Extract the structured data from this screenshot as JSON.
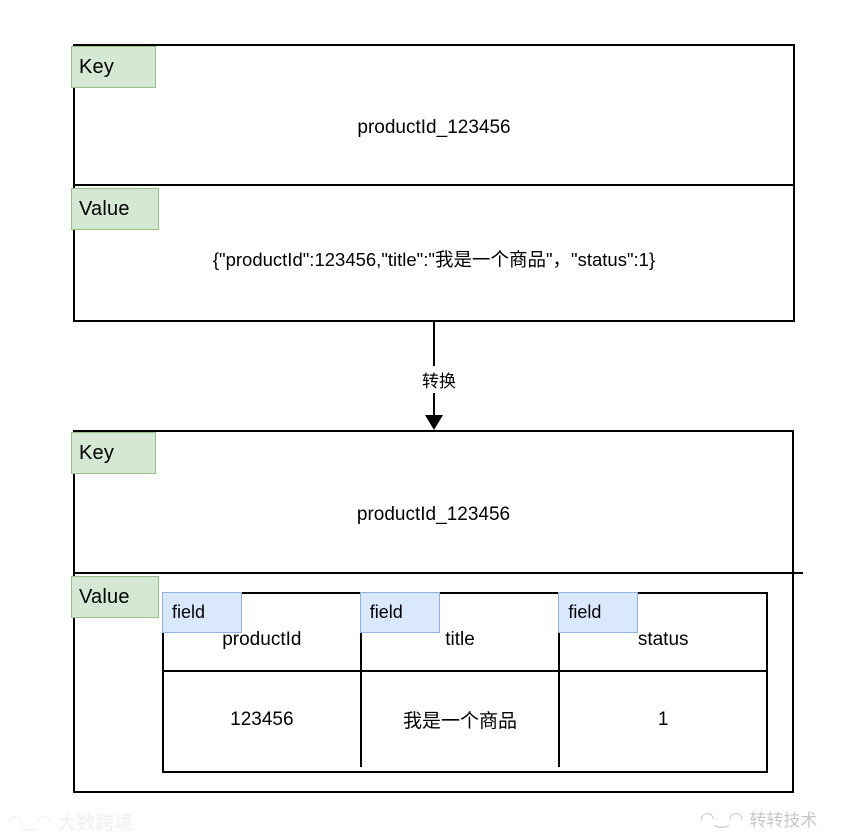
{
  "diagram": {
    "title": "Key-Value to Hash field conversion",
    "colors": {
      "tag_fill": "#d5e8d4",
      "tag_border": "#9ac089",
      "badge_fill": "#dae8fb",
      "badge_border": "#8fb4e3",
      "line": "#000000",
      "background": "#ffffff"
    },
    "before": {
      "key_tag": "Key",
      "key_value": "productId_123456",
      "value_tag": "Value",
      "value_text": "{\"productId\":123456,\"title\":\"我是一个商品\"，\"status\":1}"
    },
    "arrow": {
      "label": "转换",
      "direction": "down"
    },
    "after": {
      "key_tag": "Key",
      "key_value": "productId_123456",
      "value_tag": "Value",
      "table": {
        "badge_label": "field",
        "headers": [
          "productId",
          "title",
          "status"
        ],
        "rows": [
          [
            "123456",
            "我是一个商品",
            "1"
          ]
        ]
      }
    },
    "watermarks": {
      "bottom_left": "大数跨境",
      "bottom_right": "转转技术",
      "glyph": "◠‿◠"
    }
  }
}
